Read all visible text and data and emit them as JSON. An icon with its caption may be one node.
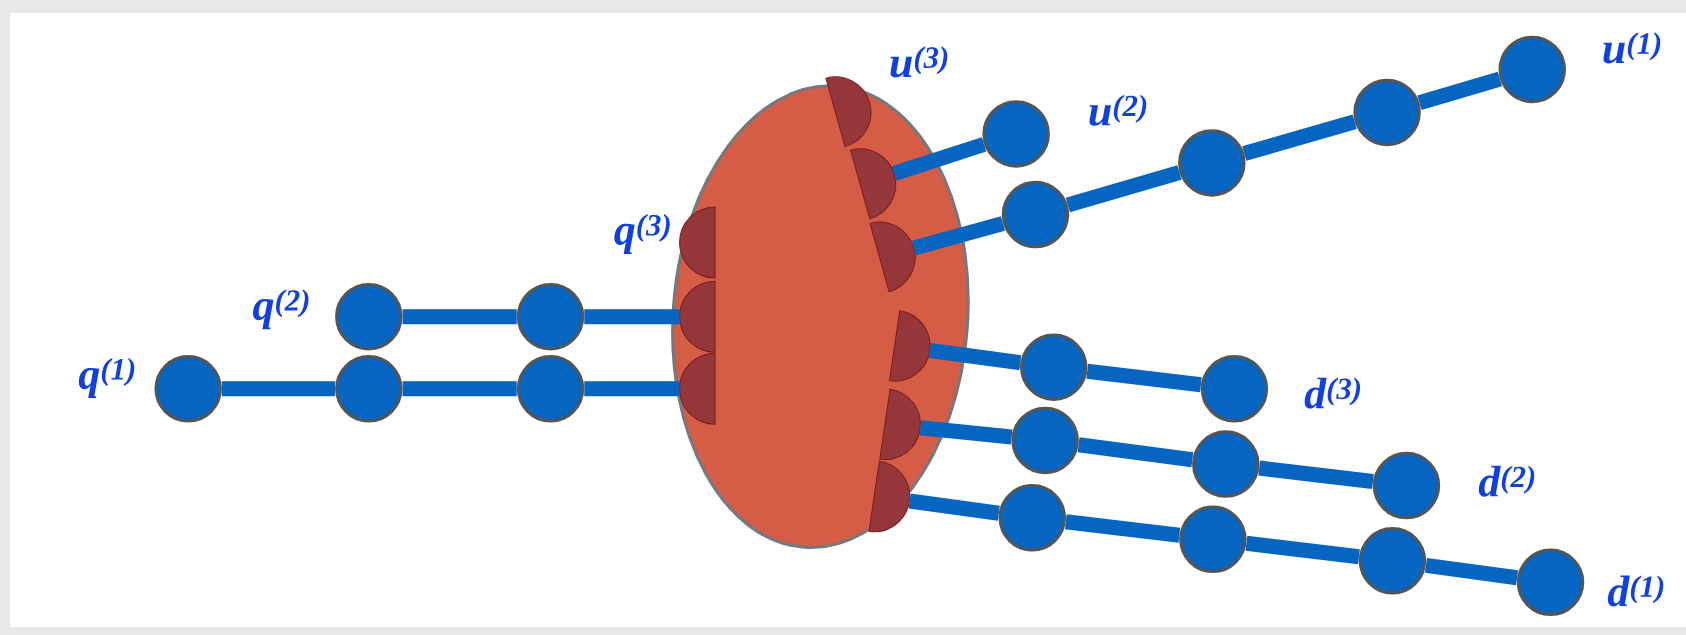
{
  "diagram": {
    "nodes": [
      {
        "text": [],
        "shape": "ellipse"
      },
      {
        "text": [],
        "shape": "circle",
        "beside": [
          "q$^{(1)}$"
        ]
      },
      {
        "text": [],
        "shape": "circle"
      },
      {
        "text": [],
        "shape": "circle"
      },
      {
        "text": [],
        "shape": "semicircle",
        "in": 0
      },
      {
        "text": [],
        "shape": "circle",
        "beside": [
          "q$^{(2)}$"
        ]
      },
      {
        "text": [],
        "shape": "circle"
      },
      {
        "text": [],
        "shape": "semicircle",
        "in": 0
      },
      {
        "text": [],
        "shape": "semicircle",
        "beside": [
          "q$^{(3)}$"
        ],
        "in": 0
      },
      {
        "text": [],
        "shape": "semicircle",
        "beside": [
          "u$^{(3)}$"
        ]
      },
      {
        "text": [],
        "shape": "semicircle",
        "in": 0
      },
      {
        "text": [],
        "shape": "circle",
        "beside": [
          "u$^{(2)}$"
        ]
      },
      {
        "text": [],
        "shape": "semicircle",
        "in": 0
      },
      {
        "text": [],
        "shape": "circle"
      },
      {
        "text": [],
        "shape": "circle"
      },
      {
        "text": [],
        "shape": "circle"
      },
      {
        "text": [],
        "shape": "circle",
        "beside": [
          "u$^{(1)}$"
        ]
      },
      {
        "text": [],
        "shape": "semicircle",
        "in": 0
      },
      {
        "text": [],
        "shape": "circle"
      },
      {
        "text": [],
        "shape": "circle",
        "beside": [
          "d$^{(3)}$"
        ]
      },
      {
        "text": [],
        "shape": "semicircle",
        "in": 0
      },
      {
        "text": [],
        "shape": "circle"
      },
      {
        "text": [],
        "shape": "circle"
      },
      {
        "text": [],
        "shape": "circle",
        "beside": [
          "d$^{(2)}$"
        ]
      },
      {
        "text": [],
        "shape": "semicircle",
        "in": 0
      },
      {
        "text": [],
        "shape": "circle"
      },
      {
        "text": [],
        "shape": "circle"
      },
      {
        "text": [],
        "shape": "circle"
      },
      {
        "text": [],
        "shape": "circle",
        "beside": [
          "d$^{(1)}$"
        ]
      }
    ],
    "edges": [
      {
        "from": 1,
        "to": 2,
        "arrow": "none"
      },
      {
        "from": 2,
        "to": 3,
        "arrow": "none"
      },
      {
        "from": 3,
        "to": 4,
        "arrow": "none"
      },
      {
        "from": 5,
        "to": 6,
        "arrow": "none"
      },
      {
        "from": 6,
        "to": 7,
        "arrow": "none"
      },
      {
        "from": 10,
        "to": 11,
        "arrow": "none"
      },
      {
        "from": 12,
        "to": 13,
        "arrow": "none"
      },
      {
        "from": 13,
        "to": 14,
        "arrow": "none"
      },
      {
        "from": 14,
        "to": 15,
        "arrow": "none"
      },
      {
        "from": 15,
        "to": 16,
        "arrow": "none"
      },
      {
        "from": 17,
        "to": 18,
        "arrow": "none"
      },
      {
        "from": 18,
        "to": 19,
        "arrow": "none"
      },
      {
        "from": 20,
        "to": 21,
        "arrow": "none"
      },
      {
        "from": 21,
        "to": 22,
        "arrow": "none"
      },
      {
        "from": 22,
        "to": 23,
        "arrow": "none"
      },
      {
        "from": 24,
        "to": 25,
        "arrow": "none"
      },
      {
        "from": 25,
        "to": 26,
        "arrow": "none"
      },
      {
        "from": 26,
        "to": 27,
        "arrow": "none"
      },
      {
        "from": 27,
        "to": 28,
        "arrow": "none"
      }
    ]
  }
}
